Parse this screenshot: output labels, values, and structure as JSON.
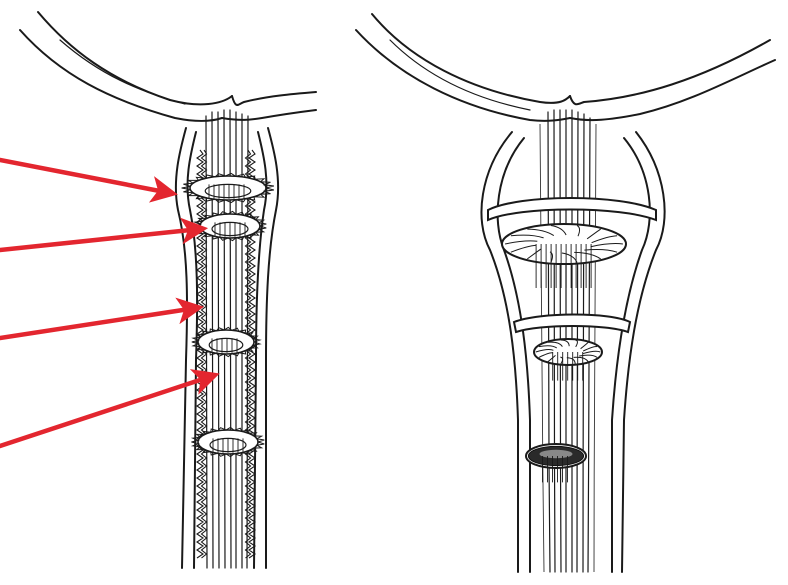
{
  "figure": {
    "panels": [
      {
        "id": "left",
        "description_name": "fibrous-sheath-with-annuli"
      },
      {
        "id": "right",
        "description_name": "bony-canal-with-rings"
      }
    ],
    "colors": {
      "ink": "#1a1a1a",
      "arrow": "#e3262f",
      "background": "#ffffff"
    },
    "arrows": [
      {
        "id": "arrow-1"
      },
      {
        "id": "arrow-2"
      },
      {
        "id": "arrow-3"
      },
      {
        "id": "arrow-4"
      }
    ]
  }
}
